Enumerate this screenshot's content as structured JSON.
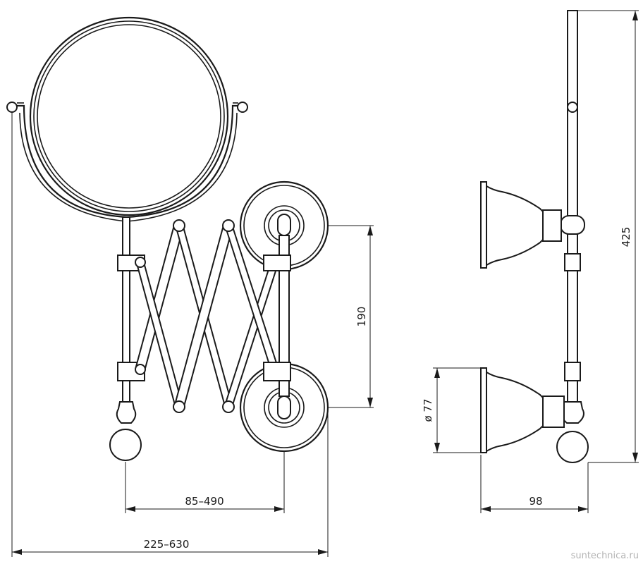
{
  "dimensions": {
    "reach": "85–490",
    "overall_width": "225–630",
    "mount_spacing": "190",
    "flange_diameter": "ø 77",
    "depth": "98",
    "height": "425"
  },
  "watermark": "suntechnica.ru"
}
